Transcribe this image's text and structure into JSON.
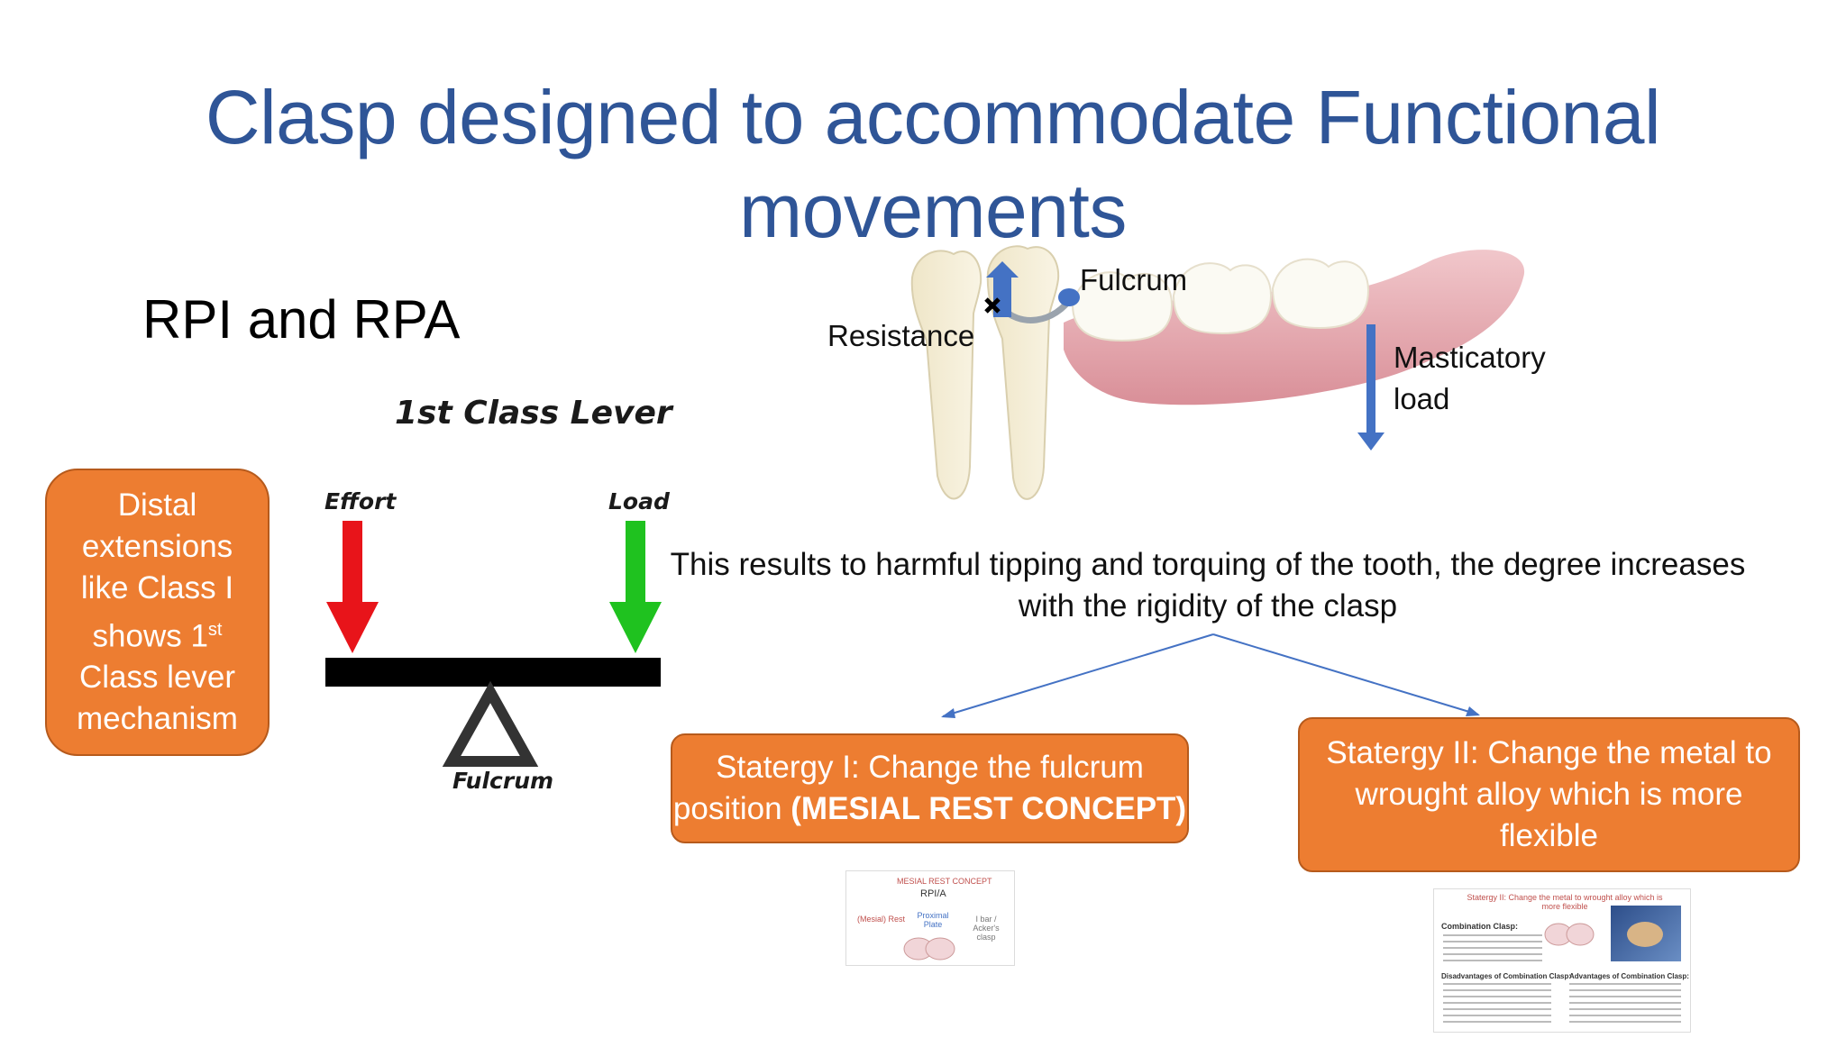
{
  "slide": {
    "title": "Clasp designed to accommodate Functional movements",
    "subtitle": "RPI and RPA"
  },
  "lever": {
    "title": "1st Class Lever",
    "effort": "Effort",
    "load": "Load",
    "fulcrum": "Fulcrum",
    "colors": {
      "effort_arrow": "#e8141a",
      "load_arrow": "#1fc21f",
      "beam": "#000000"
    }
  },
  "distal_box": {
    "line1": "Distal extensions like Class I shows 1",
    "sup": "st",
    "line2": " Class lever mechanism"
  },
  "tooth_diagram": {
    "fulcrum_label": "Fulcrum",
    "resistance_label": "Resistance",
    "masticatory_label": "Masticatory load",
    "colors": {
      "arrow": "#4472c4",
      "gum": "#e8b4b8"
    }
  },
  "result_text": "This results to harmful tipping and torquing of the tooth, the degree increases with the rigidity of the clasp",
  "strategy1": {
    "text": "Statergy I: Change the fulcrum position ",
    "bold": "(MESIAL REST CONCEPT)"
  },
  "strategy2": {
    "text": "Statergy II: Change the metal to wrought alloy which is more flexible"
  },
  "thumb1": {
    "title": "MESIAL REST CONCEPT",
    "sub": "RPI/A",
    "col1": "(Mesial) Rest",
    "col2": "Proximal Plate",
    "col3": "I bar / Acker's clasp"
  },
  "thumb2": {
    "title": "Statergy II: Change the metal to wrought alloy which is more flexible",
    "h1": "Combination Clasp:",
    "h2": "Disadvantages of Combination Clasp:",
    "h3": "Advantages of Combination Clasp:"
  },
  "colors": {
    "title": "#2f5597",
    "accent_box": "#ed7d31",
    "connector": "#4472c4"
  }
}
